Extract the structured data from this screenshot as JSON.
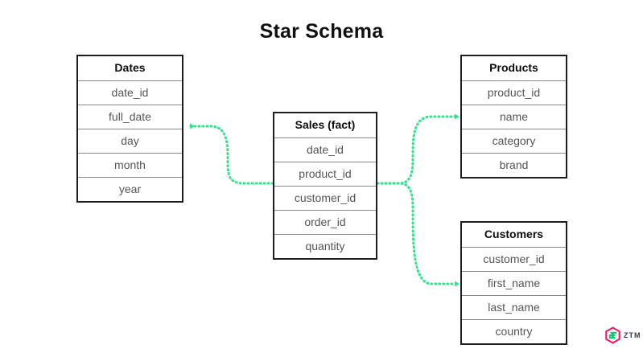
{
  "title": "Star Schema",
  "theme": {
    "background": "#ffffff",
    "border_color": "#1d1d1d",
    "row_divider_color": "#8a8a8a",
    "header_text_color": "#0d0d0d",
    "field_text_color": "#555555",
    "connector_color": "#2ee68a"
  },
  "tables": {
    "dates": {
      "name": "Dates",
      "fields": [
        "date_id",
        "full_date",
        "day",
        "month",
        "year"
      ]
    },
    "sales": {
      "name": "Sales (fact)",
      "fields": [
        "date_id",
        "product_id",
        "customer_id",
        "order_id",
        "quantity"
      ]
    },
    "products": {
      "name": "Products",
      "fields": [
        "product_id",
        "name",
        "category",
        "brand"
      ]
    },
    "customers": {
      "name": "Customers",
      "fields": [
        "customer_id",
        "first_name",
        "last_name",
        "country"
      ]
    }
  },
  "relationships": [
    {
      "id": "sales-to-dates",
      "from": "sales",
      "to": "dates",
      "style": "dotted-arrow"
    },
    {
      "id": "sales-to-products",
      "from": "sales",
      "to": "products",
      "style": "dotted-arrow"
    },
    {
      "id": "sales-to-customers",
      "from": "sales",
      "to": "customers",
      "style": "dotted-arrow"
    }
  ],
  "logo": {
    "text": "ZTM",
    "mark_outer_color": "#ec1c6b",
    "mark_inner_color": "#10c96b"
  }
}
